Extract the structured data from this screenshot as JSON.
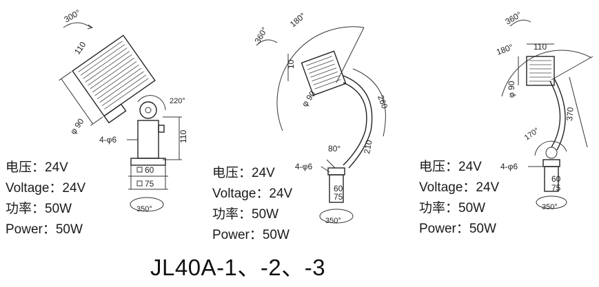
{
  "model_title": "JL40A-1、-2、-3",
  "lamps": [
    {
      "specs": [
        "电压：24V",
        "Voltage：24V",
        "功率：50W",
        "Power：50W"
      ],
      "dims": {
        "rot_top": "300°",
        "length": "110",
        "dia": "φ 90",
        "angle": "220°",
        "height": "110",
        "holes": "4-φ6",
        "base_inner": "60",
        "base_outer": "75",
        "rot_base": "350°"
      }
    },
    {
      "specs": [
        "电压：24V",
        "Voltage：24V",
        "功率：50W",
        "Power：50W"
      ],
      "dims": {
        "rot_top": "360°",
        "arc": "180°",
        "head_len": "10",
        "dia": "φ 90",
        "arm": "260",
        "tilt": "80°",
        "holes": "4-φ6",
        "post": "210",
        "base_inner": "60",
        "base_outer": "75",
        "rot_base": "350°"
      }
    },
    {
      "specs": [
        "电压：24V",
        "Voltage：24V",
        "功率：50W",
        "Power：50W"
      ],
      "dims": {
        "rot_top": "360°",
        "arc": "180°",
        "head_len": "110",
        "dia": "φ 90",
        "arm": "370",
        "tilt": "170°",
        "holes": "4-φ6",
        "base_inner": "60",
        "base_outer": "75",
        "rot_base": "350°"
      }
    }
  ]
}
